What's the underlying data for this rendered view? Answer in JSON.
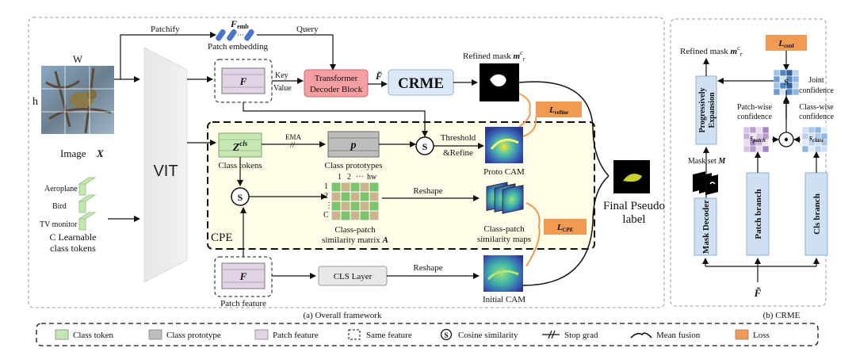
{
  "overall": {
    "caption": "(a) Overall framework",
    "cpe_label": "CPE",
    "patchify": "Patchify",
    "query": "Query",
    "key": "Key",
    "value": "Value",
    "image_w": "W",
    "image_h": "h",
    "image_label": "Image",
    "image_symbol": "X",
    "patch_embedding": "Patch embedding",
    "femb": "F",
    "femb_sub": "emb",
    "vit": "VIT",
    "f_symbol": "F",
    "decoder_line1": "Transformer",
    "decoder_line2": "Decoder Block",
    "f_tilde": "F̃",
    "crme": "CRME",
    "refined_mask": "Refined mask",
    "refined_mask_symbol": "m",
    "refined_mask_sup": "c",
    "refined_mask_sub": "r",
    "loss_refine": "L",
    "loss_refine_sub": "refine",
    "zcls": "Z",
    "zcls_sup": "cls",
    "class_tokens": "Class tokens",
    "ema": "EMA",
    "p_symbol": "p",
    "class_prototypes": "Class prototypes",
    "threshold_line1": "Threshold",
    "threshold_line2": "&Refine",
    "proto_cam": "Proto CAM",
    "learnable_tokens": [
      "Aeroplane",
      "Bird",
      "TV monitor"
    ],
    "c_learnable_line1": "C Learnable",
    "c_learnable_line2": "class tokens",
    "matrix_cols": [
      "1",
      "2",
      "···",
      "hw"
    ],
    "matrix_rows": [
      "1",
      "2",
      "⋮",
      "C"
    ],
    "matrix_label_line1": "Class-patch",
    "matrix_label_line2": "similarity matrix",
    "matrix_symbol": "A",
    "reshape": "Reshape",
    "similarity_maps_line1": "Class-patch",
    "similarity_maps_line2": "similarity maps",
    "loss_cpe": "L",
    "loss_cpe_sub": "CPE",
    "final_line1": "Final Pseudo",
    "final_line2": "label",
    "patch_feature": "Patch feature",
    "cls_layer": "CLS Layer",
    "initial_cam": "Initial CAM",
    "cosine_symbol": "S"
  },
  "crme_panel": {
    "caption": "(b) CRME",
    "refined_mask": "Refined mask",
    "loss_conf": "L",
    "loss_conf_sub": "conf",
    "joint_line1": "Joint",
    "joint_line2": "confidence",
    "progressively": "Progressively",
    "expansion": "Expansion",
    "patch_wise_line1": "Patch-wise",
    "patch_wise_line2": "confidence",
    "class_wise_line1": "Class-wise",
    "class_wise_line2": "confidence",
    "s_patch": "s",
    "s_patch_sub": "patch",
    "s_class": "s",
    "s_class_sub": "class",
    "odot": "⊙",
    "mask_set": "Mask set",
    "mask_set_symbol": "M",
    "mask_decoder": "Mask Decoder",
    "patch_branch": "Patch branch",
    "cls_branch": "Cls branch",
    "f_tilde": "F̃",
    "s_joint": "S"
  },
  "legend": {
    "items": [
      {
        "label": "Class token",
        "swatch": "#c6e6b3"
      },
      {
        "label": "Class prototype",
        "swatch": "#bdbdbd"
      },
      {
        "label": "Patch feature",
        "swatch": "#e2d3e6"
      },
      {
        "label": "Same feature",
        "swatch": "dashed"
      },
      {
        "label": "Cosine similarity",
        "swatch": "cosine"
      },
      {
        "label": "Stop grad",
        "swatch": "stopgrad"
      },
      {
        "label": "Mean fusion",
        "swatch": "brace"
      },
      {
        "label": "Loss",
        "swatch": "#f09a52"
      }
    ]
  },
  "colors": {
    "class_token": "#c6e6b3",
    "class_prototype": "#bdbdbd",
    "patch_feature": "#e2d3e6",
    "loss": "#f09a52",
    "decoder": "#f59ea2",
    "crme_box": "#dce8f6",
    "branch_box": "#cfe0f3",
    "cpe_fill": "#fffde8"
  }
}
